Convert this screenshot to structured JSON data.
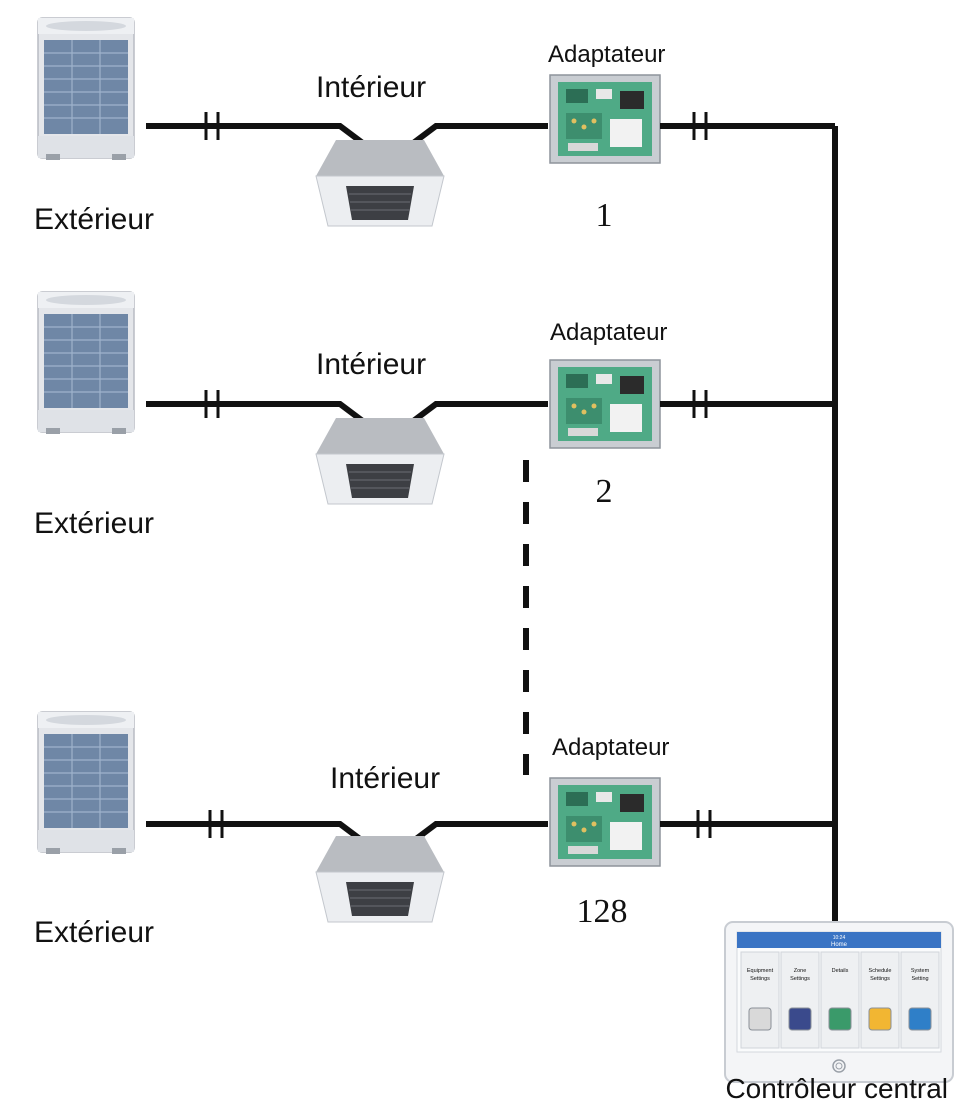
{
  "diagram": {
    "rows": [
      {
        "outdoor_label": "Extérieur",
        "indoor_label": "Intérieur",
        "adapter_label": "Adaptateur",
        "adapter_number": "1"
      },
      {
        "outdoor_label": "Extérieur",
        "indoor_label": "Intérieur",
        "adapter_label": "Adaptateur",
        "adapter_number": "2"
      },
      {
        "outdoor_label": "Extérieur",
        "indoor_label": "Intérieur",
        "adapter_label": "Adaptateur",
        "adapter_number": "128"
      }
    ],
    "central_controller": {
      "label": "Contrôleur central",
      "screen": {
        "status_time": "10:24",
        "title": "Home",
        "tiles": [
          {
            "label_line1": "Equipment",
            "label_line2": "Settings",
            "icon": "circle-button-icon",
            "color": "#d9d9d9"
          },
          {
            "label_line1": "Zone",
            "label_line2": "Settings",
            "icon": "grid-icon",
            "color": "#3a4a8c"
          },
          {
            "label_line1": "Details",
            "label_line2": "",
            "icon": "window-icon",
            "color": "#3a9a6a"
          },
          {
            "label_line1": "Schedule",
            "label_line2": "Settings",
            "icon": "envelope-icon",
            "color": "#f2b632"
          },
          {
            "label_line1": "System",
            "label_line2": "Setting",
            "icon": "gear-icon",
            "color": "#2f7fc8"
          }
        ]
      }
    }
  }
}
